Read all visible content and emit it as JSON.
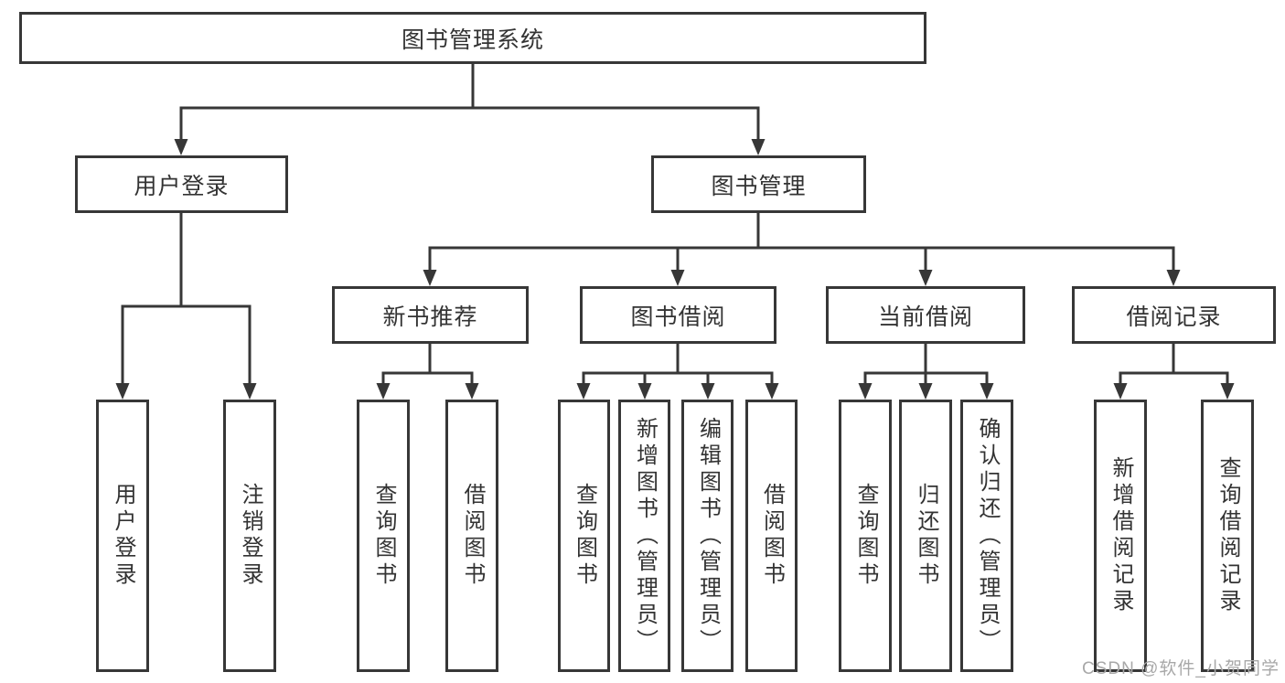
{
  "colors": {
    "line": "#373737",
    "text": "#333333",
    "background": "#ffffff",
    "watermark": "#a8a8a8"
  },
  "diagram": {
    "root_label": "图书管理系统",
    "level2": {
      "user_login": "用户登录",
      "book_management": "图书管理"
    },
    "level3": {
      "new_book": "新书推荐",
      "book_borrow": "图书借阅",
      "current_borrow": "当前借阅",
      "borrow_record": "借阅记录"
    },
    "leaves": {
      "user_login": "用户登录",
      "logout": "注销登录",
      "nb_query": "查询图书",
      "nb_borrow": "借阅图书",
      "bb_query": "查询图书",
      "bb_add": "新增图书（管理员）",
      "bb_edit": "编辑图书（管理员）",
      "bb_borrow": "借阅图书",
      "cb_query": "查询图书",
      "cb_return": "归还图书",
      "cb_confirm": "确认归还（管理员）",
      "rec_add": "新增借阅记录",
      "rec_query": "查询借阅记录"
    },
    "watermark": "CSDN @软件_小贺同学"
  }
}
